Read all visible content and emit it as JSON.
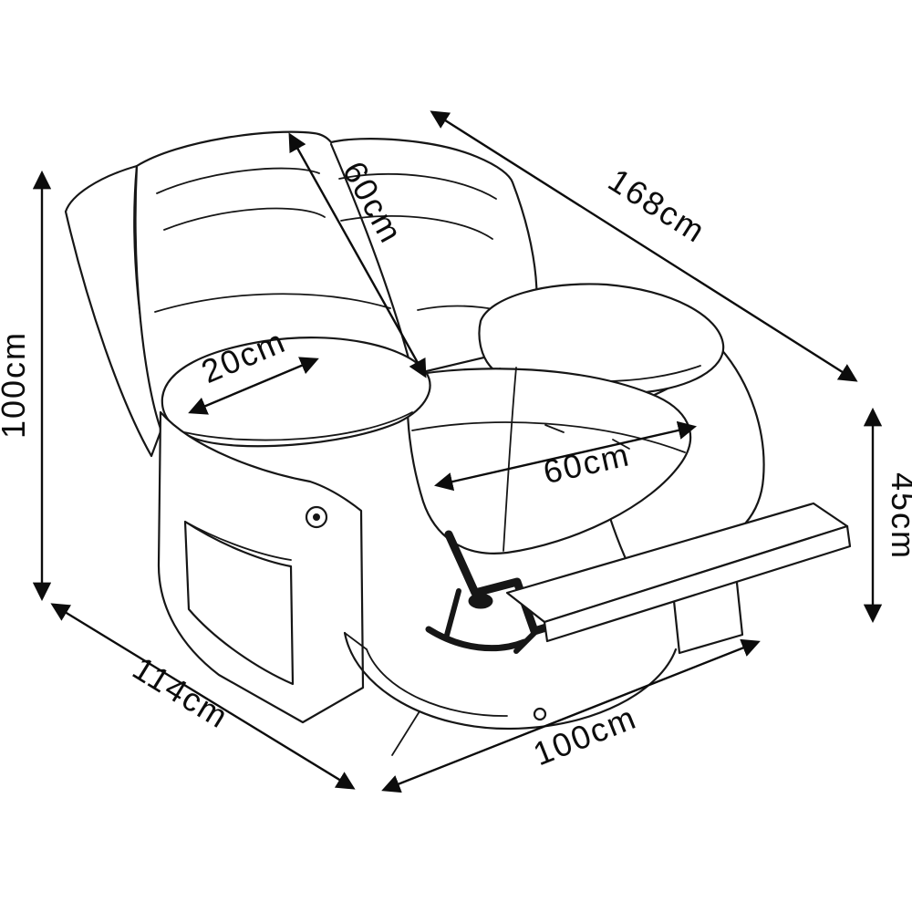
{
  "diagram": {
    "name": "recliner-armchair-dimension-diagram",
    "unit": "cm",
    "labels": {
      "overall_height": "100cm",
      "backrest_length": "60cm",
      "reclined_length": "168cm",
      "armrest_width": "20cm",
      "seat_width": "60cm",
      "footrest_height": "45cm",
      "base_depth": "114cm",
      "base_width": "100cm"
    },
    "colors": {
      "line": "#161616",
      "background": "#ffffff"
    }
  }
}
